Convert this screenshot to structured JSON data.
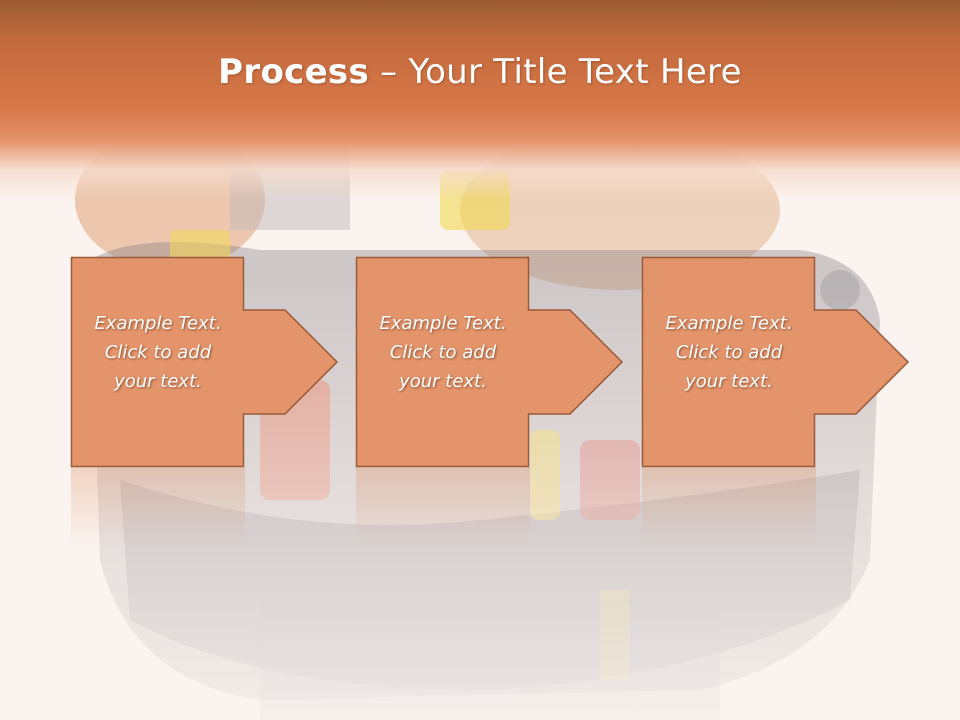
{
  "slide": {
    "title_bold": "Process",
    "title_rest": " – Your Title Text Here"
  },
  "steps": [
    {
      "text": "Example Text.\nClick  to add\nyour text."
    },
    {
      "text": "Example Text.\nClick  to add\nyour text."
    },
    {
      "text": "Example Text.\nClick  to add\nyour text."
    }
  ],
  "colors": {
    "header": "#d9784a",
    "box_fill": "#e4946a",
    "box_border": "#9a5a3a"
  }
}
